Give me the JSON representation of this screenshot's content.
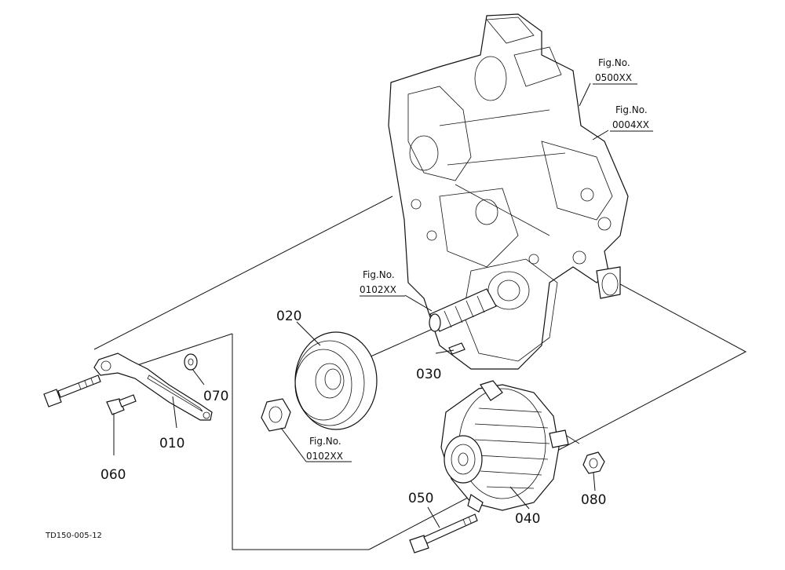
{
  "drawing_code": "TD150-005-12",
  "parts": [
    {
      "id": "p010",
      "label": "010"
    },
    {
      "id": "p020",
      "label": "020"
    },
    {
      "id": "p030",
      "label": "030"
    },
    {
      "id": "p040",
      "label": "040"
    },
    {
      "id": "p050",
      "label": "050"
    },
    {
      "id": "p060",
      "label": "060"
    },
    {
      "id": "p070",
      "label": "070"
    },
    {
      "id": "p080",
      "label": "080"
    }
  ],
  "fig_refs": [
    {
      "id": "f0500",
      "line1": "Fig.No.",
      "line2": "0500XX"
    },
    {
      "id": "f0004",
      "line1": "Fig.No.",
      "line2": "0004XX"
    },
    {
      "id": "f0102a",
      "line1": "Fig.No.",
      "line2": "0102XX"
    },
    {
      "id": "f0102b",
      "line1": "Fig.No.",
      "line2": "0102XX"
    }
  ]
}
